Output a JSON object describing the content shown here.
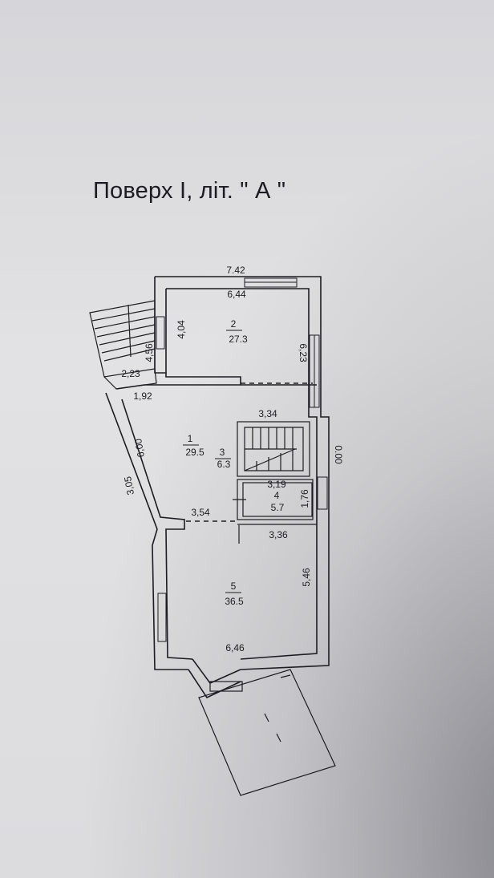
{
  "title": "Поверх I, літ. \" А \"",
  "rooms": [
    {
      "number": "1",
      "area": "29.5"
    },
    {
      "number": "2",
      "area": "27.3"
    },
    {
      "number": "3",
      "area": "6.3"
    },
    {
      "number": "4",
      "area": "5.7"
    },
    {
      "number": "5",
      "area": "36.5"
    }
  ],
  "dimensions": {
    "top_outer": "7.42",
    "top_inner": "6,44",
    "room2_left": "4,04",
    "room2_right": "6,23",
    "stair_side": "4,56",
    "stair_bottom": "2,23",
    "entry": "1,92",
    "stairs_top": "3,34",
    "right_outer": "0.00",
    "room1_left": "6,00",
    "outer_left": "3,05",
    "room4_top": "3,19",
    "room4_right": "1,76",
    "room1_bottom": "3,54",
    "room5_top": "3,36",
    "room5_right": "5,46",
    "room5_bottom": "6,46"
  }
}
